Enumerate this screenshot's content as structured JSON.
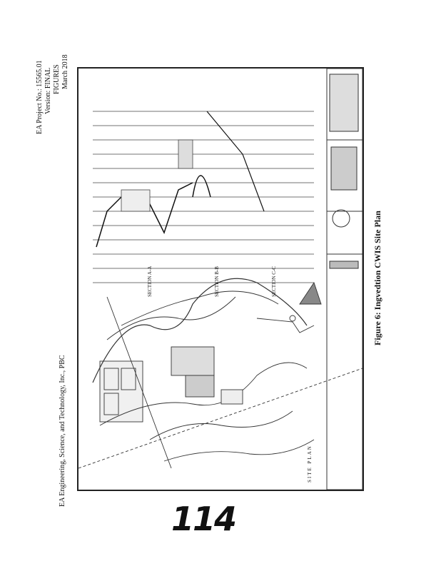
{
  "header": {
    "project_no": "EA Project No.: 15565.01",
    "version": "Version: FINAL",
    "section": "FIGURES",
    "date": "March 2018"
  },
  "footer_company": "EA Engineering, Science, and Technology, Inc., PBC",
  "figure_caption": "Figure 6: Ingvedtion CWIS Site Plan",
  "page_number": "114",
  "drawing_labels": {
    "plan_title": "SITE PLAN",
    "section_a": "SECTION A-A",
    "section_b": "SECTION B-B",
    "section_c": "SECTION C-C"
  }
}
